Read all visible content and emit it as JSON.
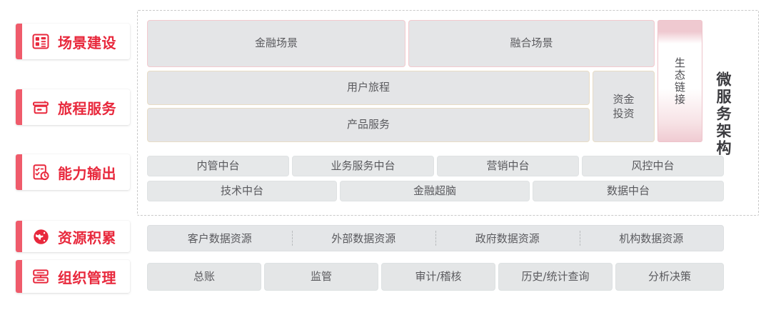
{
  "sidebar": {
    "items": [
      {
        "label": "场景建设",
        "icon": "dashboard-grid-icon"
      },
      {
        "label": "旅程服务",
        "icon": "card-ticket-icon"
      },
      {
        "label": "能力输出",
        "icon": "checklist-clock-icon"
      },
      {
        "label": "资源积累",
        "icon": "globe-icon"
      },
      {
        "label": "组织管理",
        "icon": "org-chart-icon"
      }
    ]
  },
  "scene_row": {
    "tiles": [
      {
        "label": "金融场景"
      },
      {
        "label": "融合场景"
      }
    ]
  },
  "journey_rows": {
    "tiles": [
      {
        "label": "用户旅程"
      },
      {
        "label": "产品服务"
      }
    ],
    "side_tile": {
      "label": "资金\n投资",
      "line1": "资金",
      "line2": "投资"
    }
  },
  "ecosystem": {
    "label": "生态链接"
  },
  "architecture": {
    "label": "微服务架构"
  },
  "platform_row_1": {
    "tiles": [
      {
        "label": "内管中台"
      },
      {
        "label": "业务服务中台"
      },
      {
        "label": "营销中台"
      },
      {
        "label": "风控中台"
      }
    ]
  },
  "platform_row_2": {
    "tiles": [
      {
        "label": "技术中台"
      },
      {
        "label": "金融超脑"
      },
      {
        "label": "数据中台"
      }
    ]
  },
  "resource_strip": {
    "cells": [
      {
        "label": "客户数据资源"
      },
      {
        "label": "外部数据资源"
      },
      {
        "label": "政府数据资源"
      },
      {
        "label": "机构数据资源"
      }
    ]
  },
  "management_row": {
    "tiles": [
      {
        "label": "总账"
      },
      {
        "label": "监管"
      },
      {
        "label": "审计/稽核"
      },
      {
        "label": "历史/统计查询"
      },
      {
        "label": "分析决策"
      }
    ]
  },
  "colors": {
    "accent_red": "#e8283c",
    "accent_pink": "#ef5b6b",
    "tile_gray": "#e4e5e7",
    "tile_text": "#5a5a5e",
    "pink_border": "#f3c9ce",
    "tan_border": "#e8dcc6",
    "dashed_border": "#c9c9c9"
  }
}
